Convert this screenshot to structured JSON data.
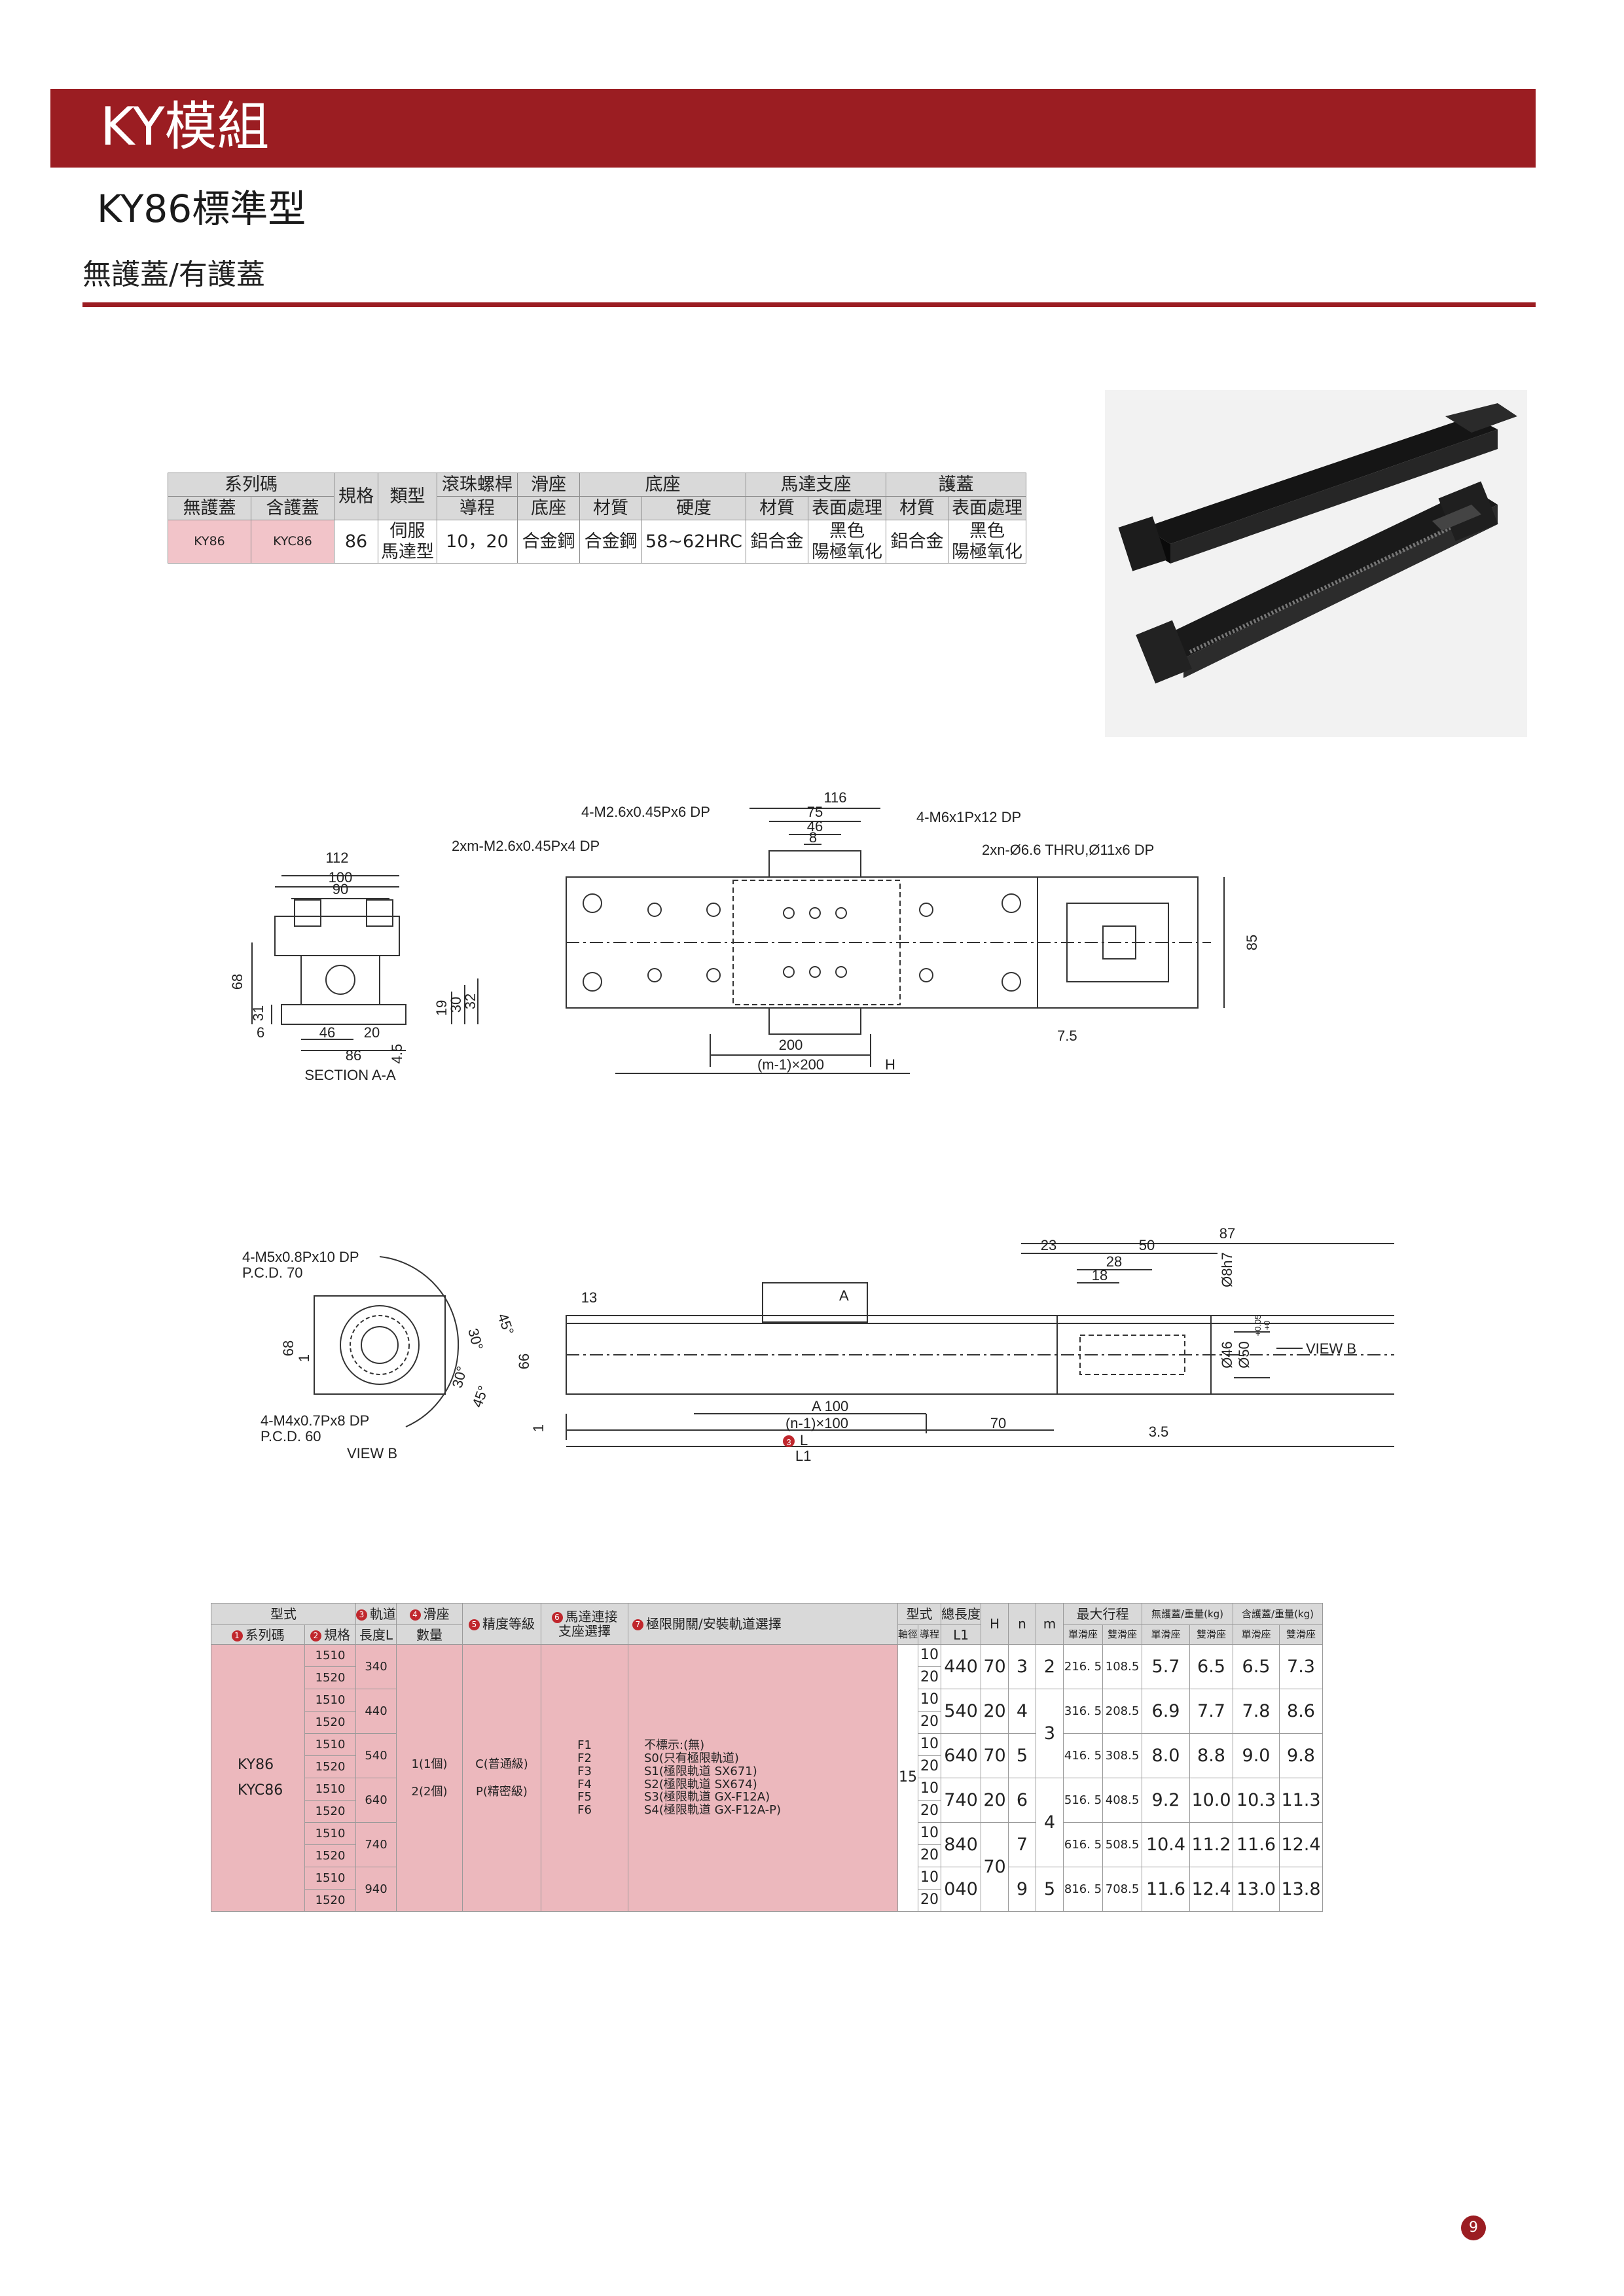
{
  "header": {
    "title": "KY模組",
    "subtitle": "KY86標準型",
    "cover_label": "無護蓋/有護蓋"
  },
  "spec_table": {
    "h_series": "系列碼",
    "h_size": "規格",
    "h_type": "類型",
    "h_ballscrew": "滾珠螺桿",
    "h_slider": "滑座",
    "h_base": "底座",
    "h_motor": "馬達支座",
    "h_cover": "護蓋",
    "h_nocover": "無護蓋",
    "h_withcover": "含護蓋",
    "h_lead": "導程",
    "h_slider_base": "底座",
    "h_material": "材質",
    "h_hardness": "硬度",
    "h_motor_material": "材質",
    "h_surface": "表面處理",
    "h_cover_material": "材質",
    "h_cover_surface": "表面處理",
    "r_nocover": "KY86",
    "r_withcover": "KYC86",
    "r_size": "86",
    "r_type_1": "伺服",
    "r_type_2": "馬達型",
    "r_lead": "10，20",
    "r_slider_base": "合金鋼",
    "r_base_material": "合金鋼",
    "r_hardness": "58~62HRC",
    "r_motor_material": "鋁合金",
    "r_motor_surface_1": "黑色",
    "r_motor_surface_2": "陽極氧化",
    "r_cover_material": "鋁合金",
    "r_cover_surface_1": "黑色",
    "r_cover_surface_2": "陽極氧化"
  },
  "drawing1": {
    "d116": "116",
    "d75": "75",
    "d46": "46",
    "d8": "8",
    "note_m26": "4-M2.6x0.45Px6 DP",
    "note_m6": "4-M6x1Px12 DP",
    "note_2xm": "2xm-M2.6x0.45Px4 DP",
    "note_2xn": "2xn-Ø6.6 THRU,Ø11x6 DP",
    "d112": "112",
    "d100": "100",
    "d90": "90",
    "d68": "68",
    "d31": "31",
    "d19": "19",
    "d30": "30",
    "d32": "32",
    "d6": "6",
    "d46b": "46",
    "d20": "20",
    "d86": "86",
    "d45": "4.5",
    "section": "SECTION A-A",
    "d200": "200",
    "d75b": "7.5",
    "m200": "(m-1)×200",
    "dH": "H",
    "d85": "85"
  },
  "drawing2": {
    "note_m5": "4-M5x0.8Px10 DP",
    "pcd70": "P.C.D. 70",
    "d68": "68",
    "d1": "1",
    "note_m4": "4-M4x0.7Px8 DP",
    "pcd60": "P.C.D. 60",
    "view_b_label": "VIEW B",
    "a45a": "45°",
    "a30a": "30°",
    "a30b": "30°",
    "a45b": "45°",
    "d13": "13",
    "dA": "A",
    "d66": "66",
    "d1b": "1",
    "a100": "A  100",
    "n100": "(n-1)×100",
    "d70": "70",
    "dL": "L",
    "circ3": "3",
    "dL1": "L1",
    "d87": "87",
    "d23": "23",
    "d50": "50",
    "d28": "28",
    "d18": "18",
    "d8h7": "Ø8h7",
    "d46": "Ø46",
    "d50t": "Ø50",
    "tol_p": "+0.05",
    "tol_z": "+0",
    "view_b": "VIEW B",
    "d35": "3.5"
  },
  "order_table": {
    "h_model": "型式",
    "c3": "3",
    "h_rail": "軌道",
    "c4": "4",
    "h_slider": "滑座",
    "c5": "5",
    "h_precision": "精度等級",
    "c6": "6",
    "h_motor_1": "馬達連接",
    "h_motor_2": "支座選擇",
    "c7": "7",
    "h_limit": "極限開關/安裝軌道選擇",
    "h_model2": "型式",
    "h_total_len": "總長度",
    "h_H": "H",
    "h_n": "n",
    "h_m": "m",
    "h_max_stroke": "最大行程",
    "h_nocover_weight": "無護蓋/重量(kg)",
    "h_withcover_weight": "含護蓋/重量(kg)",
    "c1": "1",
    "h_series": "系列碼",
    "c2": "2",
    "h_spec": "規格",
    "h_len": "長度L",
    "h_qty": "數量",
    "h_shaft": "軸徑",
    "h_lead": "導程",
    "h_L1": "L1",
    "h_single_1": "單滑座",
    "h_double_1": "雙滑座",
    "h_single_2": "單滑座",
    "h_double_2": "雙滑座",
    "h_single_3": "單滑座",
    "h_double_3": "雙滑座",
    "series": "KY86",
    "series_c": "KYC86",
    "specs": [
      "1510",
      "1520",
      "1510",
      "1520",
      "1510",
      "1520",
      "1510",
      "1520",
      "1510",
      "1520",
      "1510",
      "1520"
    ],
    "lengths": [
      "340",
      "440",
      "540",
      "640",
      "740",
      "940"
    ],
    "slider_1": "1(1個)",
    "slider_2": "2(2個)",
    "precision_1": "C(普通級)",
    "precision_2": "P(精密級)",
    "motor": [
      "F1",
      "F2",
      "F3",
      "F4",
      "F5",
      "F6"
    ],
    "limit": [
      "不標示:(無)",
      "S0(只有極限軌道)",
      "S1(極限軌道 SX671)",
      "S2(極限軌道 SX674)",
      "S3(極限軌道 GX-F12A)",
      "S4(極限軌道 GX-F12A-P)"
    ],
    "shaft": "15",
    "leads": [
      "10",
      "20",
      "10",
      "20",
      "10",
      "20",
      "10",
      "20",
      "10",
      "20",
      "10",
      "20"
    ],
    "rows": [
      {
        "L1": "440",
        "H": "70",
        "n": "3",
        "stroke_s": "216. 5",
        "stroke_d": "108.5",
        "w1": "5.7",
        "w2": "6.5",
        "w3": "6.5",
        "w4": "7.3"
      },
      {
        "L1": "540",
        "H": "20",
        "n": "4",
        "stroke_s": "316. 5",
        "stroke_d": "208.5",
        "w1": "6.9",
        "w2": "7.7",
        "w3": "7.8",
        "w4": "8.6"
      },
      {
        "L1": "640",
        "H": "70",
        "n": "5",
        "stroke_s": "416. 5",
        "stroke_d": "308.5",
        "w1": "8.0",
        "w2": "8.8",
        "w3": "9.0",
        "w4": "9.8"
      },
      {
        "L1": "740",
        "H": "20",
        "n": "6",
        "stroke_s": "516. 5",
        "stroke_d": "408.5",
        "w1": "9.2",
        "w2": "10.0",
        "w3": "10.3",
        "w4": "11.3"
      },
      {
        "L1": "840",
        "n": "7",
        "stroke_s": "616. 5",
        "stroke_d": "508.5",
        "w1": "10.4",
        "w2": "11.2",
        "w3": "11.6",
        "w4": "12.4"
      },
      {
        "L1": "040",
        "n": "9",
        "stroke_s": "816. 5",
        "stroke_d": "708.5",
        "w1": "11.6",
        "w2": "12.4",
        "w3": "13.0",
        "w4": "13.8"
      }
    ],
    "H_merged": "70",
    "m_a": "2",
    "m_b": "3",
    "m_c": "4",
    "m_d": "5"
  },
  "page_number": "9"
}
